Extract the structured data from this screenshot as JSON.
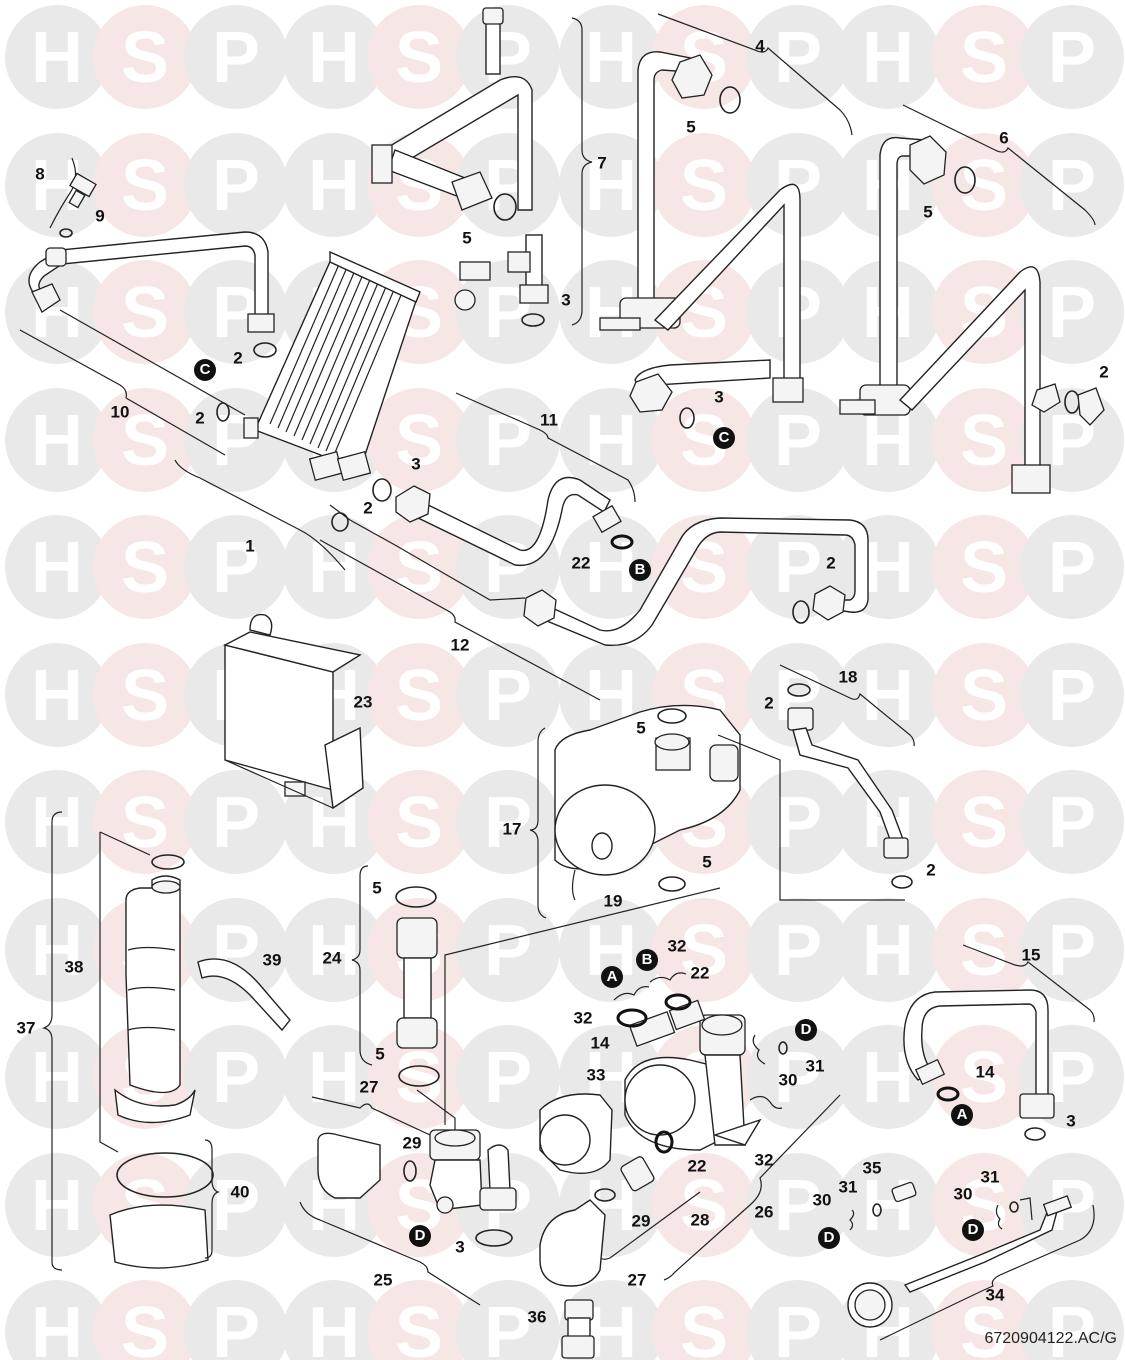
{
  "diagram": {
    "title": "Exploded parts diagram - hydraulic assembly",
    "reference_code": "6720904122.AC/G",
    "watermark": {
      "letters": [
        "H",
        "S",
        "P"
      ],
      "colors": {
        "H": "#e9e9e9",
        "S": "#f7e6e6",
        "P": "#e9e9e9"
      }
    },
    "callouts": [
      {
        "id": "c8",
        "text": "8"
      },
      {
        "id": "c9",
        "text": "9"
      },
      {
        "id": "c10",
        "text": "10"
      },
      {
        "id": "c2a",
        "text": "2"
      },
      {
        "id": "c2b",
        "text": "2"
      },
      {
        "id": "c1",
        "text": "1"
      },
      {
        "id": "c5a",
        "text": "5"
      },
      {
        "id": "c3a",
        "text": "3"
      },
      {
        "id": "c7",
        "text": "7"
      },
      {
        "id": "c4",
        "text": "4"
      },
      {
        "id": "c5b",
        "text": "5"
      },
      {
        "id": "c6",
        "text": "6"
      },
      {
        "id": "c5c",
        "text": "5"
      },
      {
        "id": "c3b",
        "text": "3"
      },
      {
        "id": "c2c",
        "text": "2"
      },
      {
        "id": "c11",
        "text": "11"
      },
      {
        "id": "c3c",
        "text": "3"
      },
      {
        "id": "c2d",
        "text": "2"
      },
      {
        "id": "c22a",
        "text": "22"
      },
      {
        "id": "c2e",
        "text": "2"
      },
      {
        "id": "c12",
        "text": "12"
      },
      {
        "id": "c23",
        "text": "23"
      },
      {
        "id": "c18",
        "text": "18"
      },
      {
        "id": "c2f",
        "text": "2"
      },
      {
        "id": "c5d",
        "text": "5"
      },
      {
        "id": "c17",
        "text": "17"
      },
      {
        "id": "c5e",
        "text": "5"
      },
      {
        "id": "c19",
        "text": "19"
      },
      {
        "id": "c2g",
        "text": "2"
      },
      {
        "id": "c37",
        "text": "37"
      },
      {
        "id": "c38",
        "text": "38"
      },
      {
        "id": "c39",
        "text": "39"
      },
      {
        "id": "c40",
        "text": "40"
      },
      {
        "id": "c5f",
        "text": "5"
      },
      {
        "id": "c24",
        "text": "24"
      },
      {
        "id": "c5g",
        "text": "5"
      },
      {
        "id": "c32a",
        "text": "32"
      },
      {
        "id": "c22b",
        "text": "22"
      },
      {
        "id": "c32b",
        "text": "32"
      },
      {
        "id": "c14a",
        "text": "14"
      },
      {
        "id": "c31a",
        "text": "31"
      },
      {
        "id": "c30a",
        "text": "30"
      },
      {
        "id": "c15",
        "text": "15"
      },
      {
        "id": "c14b",
        "text": "14"
      },
      {
        "id": "c3d",
        "text": "3"
      },
      {
        "id": "c33",
        "text": "33"
      },
      {
        "id": "c27a",
        "text": "27"
      },
      {
        "id": "c29a",
        "text": "29"
      },
      {
        "id": "c22c",
        "text": "22"
      },
      {
        "id": "c32c",
        "text": "32"
      },
      {
        "id": "c28",
        "text": "28"
      },
      {
        "id": "c26",
        "text": "26"
      },
      {
        "id": "c29b",
        "text": "29"
      },
      {
        "id": "c3e",
        "text": "3"
      },
      {
        "id": "c25",
        "text": "25"
      },
      {
        "id": "c27b",
        "text": "27"
      },
      {
        "id": "c36",
        "text": "36"
      },
      {
        "id": "c35",
        "text": "35"
      },
      {
        "id": "c31b",
        "text": "31"
      },
      {
        "id": "c30b",
        "text": "30"
      },
      {
        "id": "c31c",
        "text": "31"
      },
      {
        "id": "c30c",
        "text": "30"
      },
      {
        "id": "c34",
        "text": "34"
      }
    ],
    "markers": [
      {
        "id": "mC1",
        "text": "C"
      },
      {
        "id": "mC2",
        "text": "C"
      },
      {
        "id": "mB1",
        "text": "B"
      },
      {
        "id": "mA1",
        "text": "A"
      },
      {
        "id": "mB2",
        "text": "B"
      },
      {
        "id": "mD1",
        "text": "D"
      },
      {
        "id": "mA2",
        "text": "A"
      },
      {
        "id": "mD2",
        "text": "D"
      },
      {
        "id": "mD3",
        "text": "D"
      },
      {
        "id": "mD4",
        "text": "D"
      }
    ]
  }
}
